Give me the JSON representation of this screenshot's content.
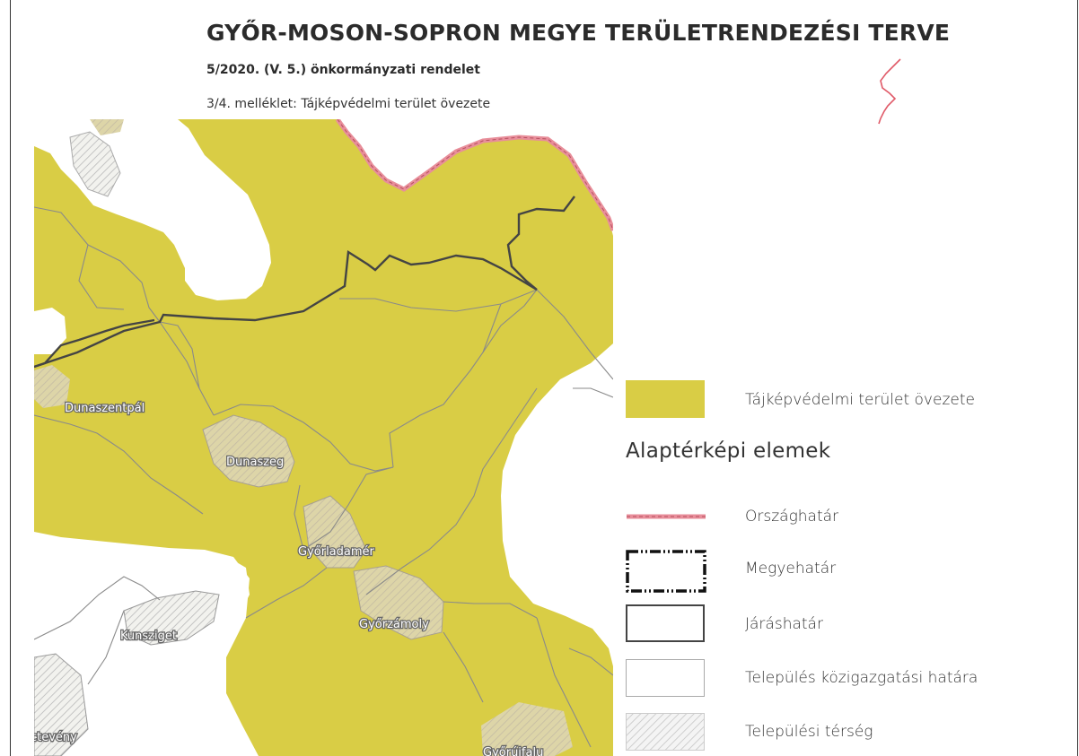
{
  "header": {
    "title": "GYŐR-MOSON-SOPRON MEGYE TERÜLETRENDEZÉSI TERVE",
    "subtitle": "5/2020. (V. 5.) önkormányzati rendelet",
    "annex": "3/4. melléklet: Tájképvédelmi terület övezete"
  },
  "map": {
    "zone_color": "#d9cd45",
    "country_border_color": "#e07a86",
    "district_border_color": "#444444",
    "settlement_border_color": "#8a8a8a",
    "places": [
      {
        "name": "Dunaszentpál"
      },
      {
        "name": "Dunaszeg"
      },
      {
        "name": "Győrladamér"
      },
      {
        "name": "Győrzámoly"
      },
      {
        "name": "Kunsziget"
      },
      {
        "name": "ctevény"
      },
      {
        "name": "Győrújfalu"
      }
    ]
  },
  "legend": {
    "zone_label": "Tájképvédelmi terület övezete",
    "heading": "Alaptérképi elemek",
    "items": [
      {
        "label": "Országhatár",
        "icon": "country-border-line"
      },
      {
        "label": "Megyehatár",
        "icon": "county-border-dashdot"
      },
      {
        "label": "Járáshatár",
        "icon": "district-border-solid"
      },
      {
        "label": "Település közigazgatási határa",
        "icon": "settlement-border-thin"
      },
      {
        "label": "Települési térség",
        "icon": "settlement-area-hatched"
      }
    ]
  }
}
